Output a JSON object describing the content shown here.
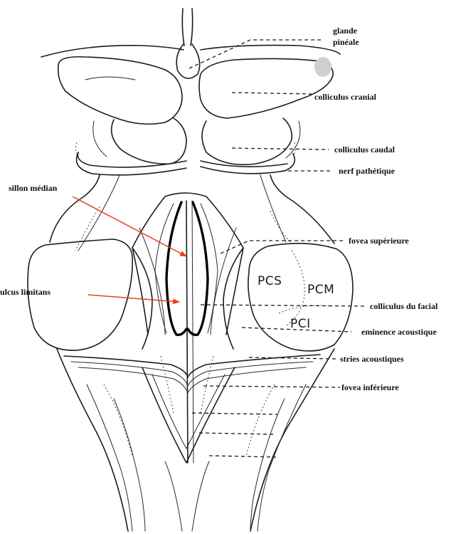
{
  "colors": {
    "line": "#1c1c1c",
    "arrow": "#e8401c",
    "background": "#ffffff",
    "shade": "#d0d0d0"
  },
  "labels": {
    "glande_line1": "glande",
    "glande_line2": "pinéale",
    "colliculus_cranial": "colliculus cranial",
    "colliculus_caudal": "colliculus caudal",
    "nerf_pathetique": "nerf pathétique",
    "sillon_median": "sillon médian",
    "fovea_superieure": "fovea supérieure",
    "sulcus_limitans": "ulcus limitans",
    "colliculus_facial": "colliculus du facial",
    "eminence_acoustique": "eminence acoustique",
    "stries_acoustiques": "stries acoustiques",
    "fovea_inferieure": "fovea inférieure"
  },
  "peduncles": {
    "pcs": "PCS",
    "pcm": "PCM",
    "pci": "PCI"
  }
}
